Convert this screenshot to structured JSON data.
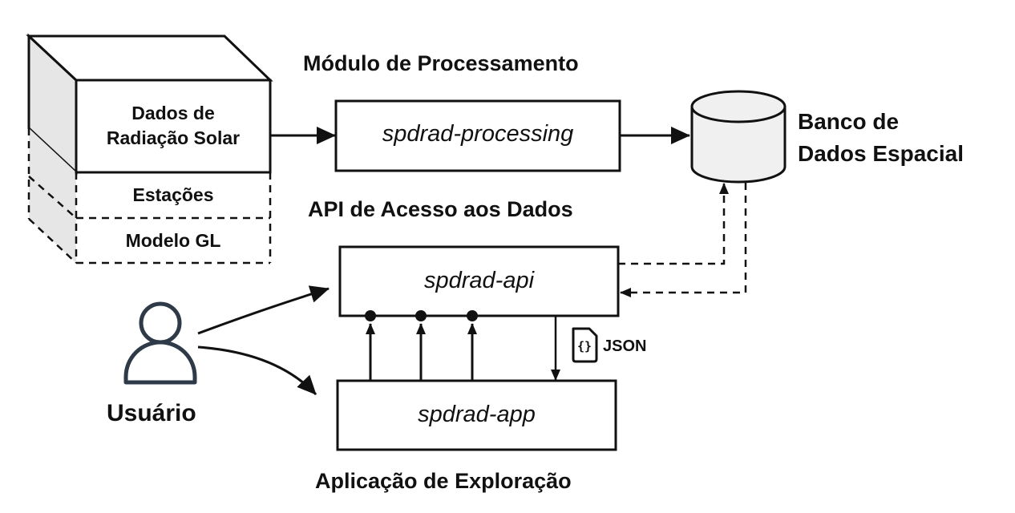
{
  "diagram": {
    "source": {
      "title_lines": [
        "Dados de",
        "Radiação Solar"
      ],
      "layers": [
        "Estações",
        "Modelo GL"
      ]
    },
    "processing": {
      "section_label": "Módulo de Processamento",
      "box_label": "spdrad-processing"
    },
    "database": {
      "label_lines": [
        "Banco de",
        "Dados Espacial"
      ]
    },
    "api": {
      "section_label": "API de Acesso aos Dados",
      "box_label": "spdrad-api"
    },
    "app": {
      "section_label": "Aplicação de Exploração",
      "box_label": "spdrad-app"
    },
    "user": {
      "label": "Usuário",
      "icon": "user-icon"
    },
    "json_badge": {
      "icon": "json-file-icon",
      "icon_glyph": "{}",
      "label": "JSON"
    },
    "colors": {
      "stroke": "#111111",
      "cube_side": "#e6e6e6",
      "db_fill": "#f0f0f0",
      "user_icon": "#2f3a48"
    }
  }
}
